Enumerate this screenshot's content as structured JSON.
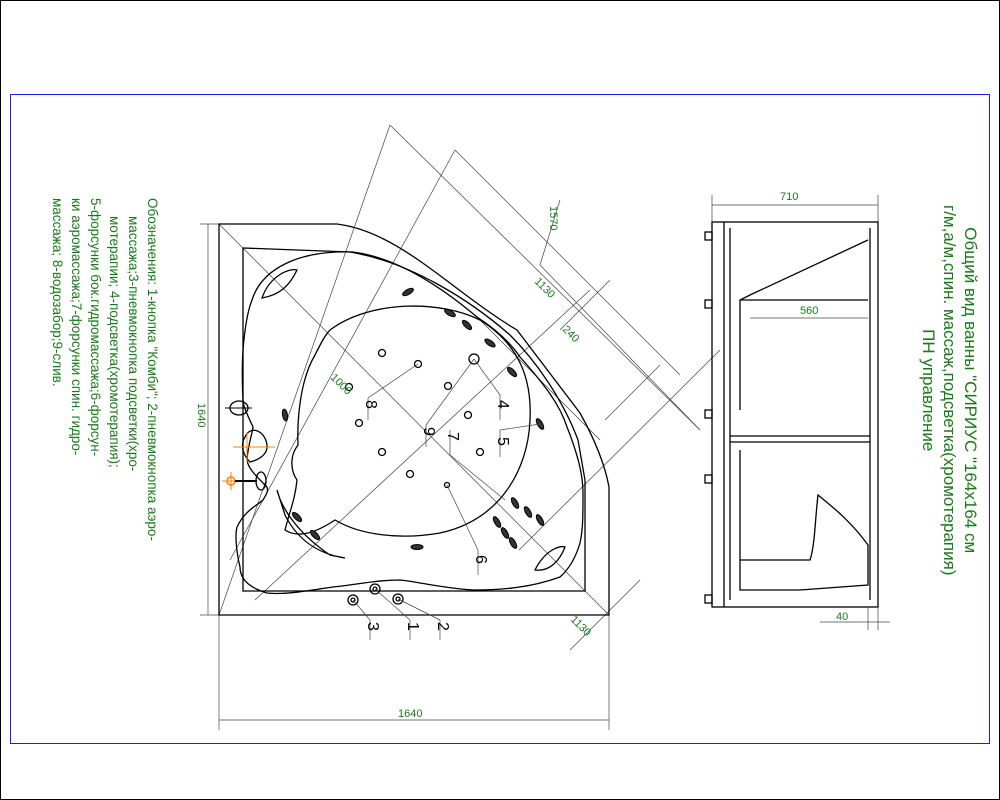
{
  "title": {
    "lines": [
      "Общий вид ванны \"СИРИУС \"164x164 см",
      "г/м,а/м,спин. массаж,подсветка(хромотерапия)",
      "ПН управление"
    ]
  },
  "legend": {
    "lines": [
      "Обозначения: 1-кнопка \"Комби\"; 2-пневмокнопка аэро-",
      "массажа;3-пневмокнопка подсветки(хро-",
      "мотерапии; 4-подсветка(хромотерапия);",
      "5-форсунки бок.гидромассажа;6-форсун-",
      "ки аэромассажа;7-форсунки спин. гидро-",
      "массажа; 8-водозабор;9-слив."
    ]
  },
  "dimensions": {
    "width_bottom": "1640",
    "height_left": "1640",
    "diag_1570": "1570",
    "front_1130": "1130",
    "side_1130": "1130",
    "depth_240": "240",
    "seat_1000": "1000",
    "side_710": "710",
    "side_560": "560",
    "side_40": "40"
  },
  "callouts": [
    "1",
    "2",
    "3",
    "4",
    "5",
    "6",
    "7",
    "8",
    "9"
  ],
  "colors": {
    "dimension_text": "#1a7a1a",
    "frame": "#1a1aff",
    "marker": "#ff8000"
  }
}
